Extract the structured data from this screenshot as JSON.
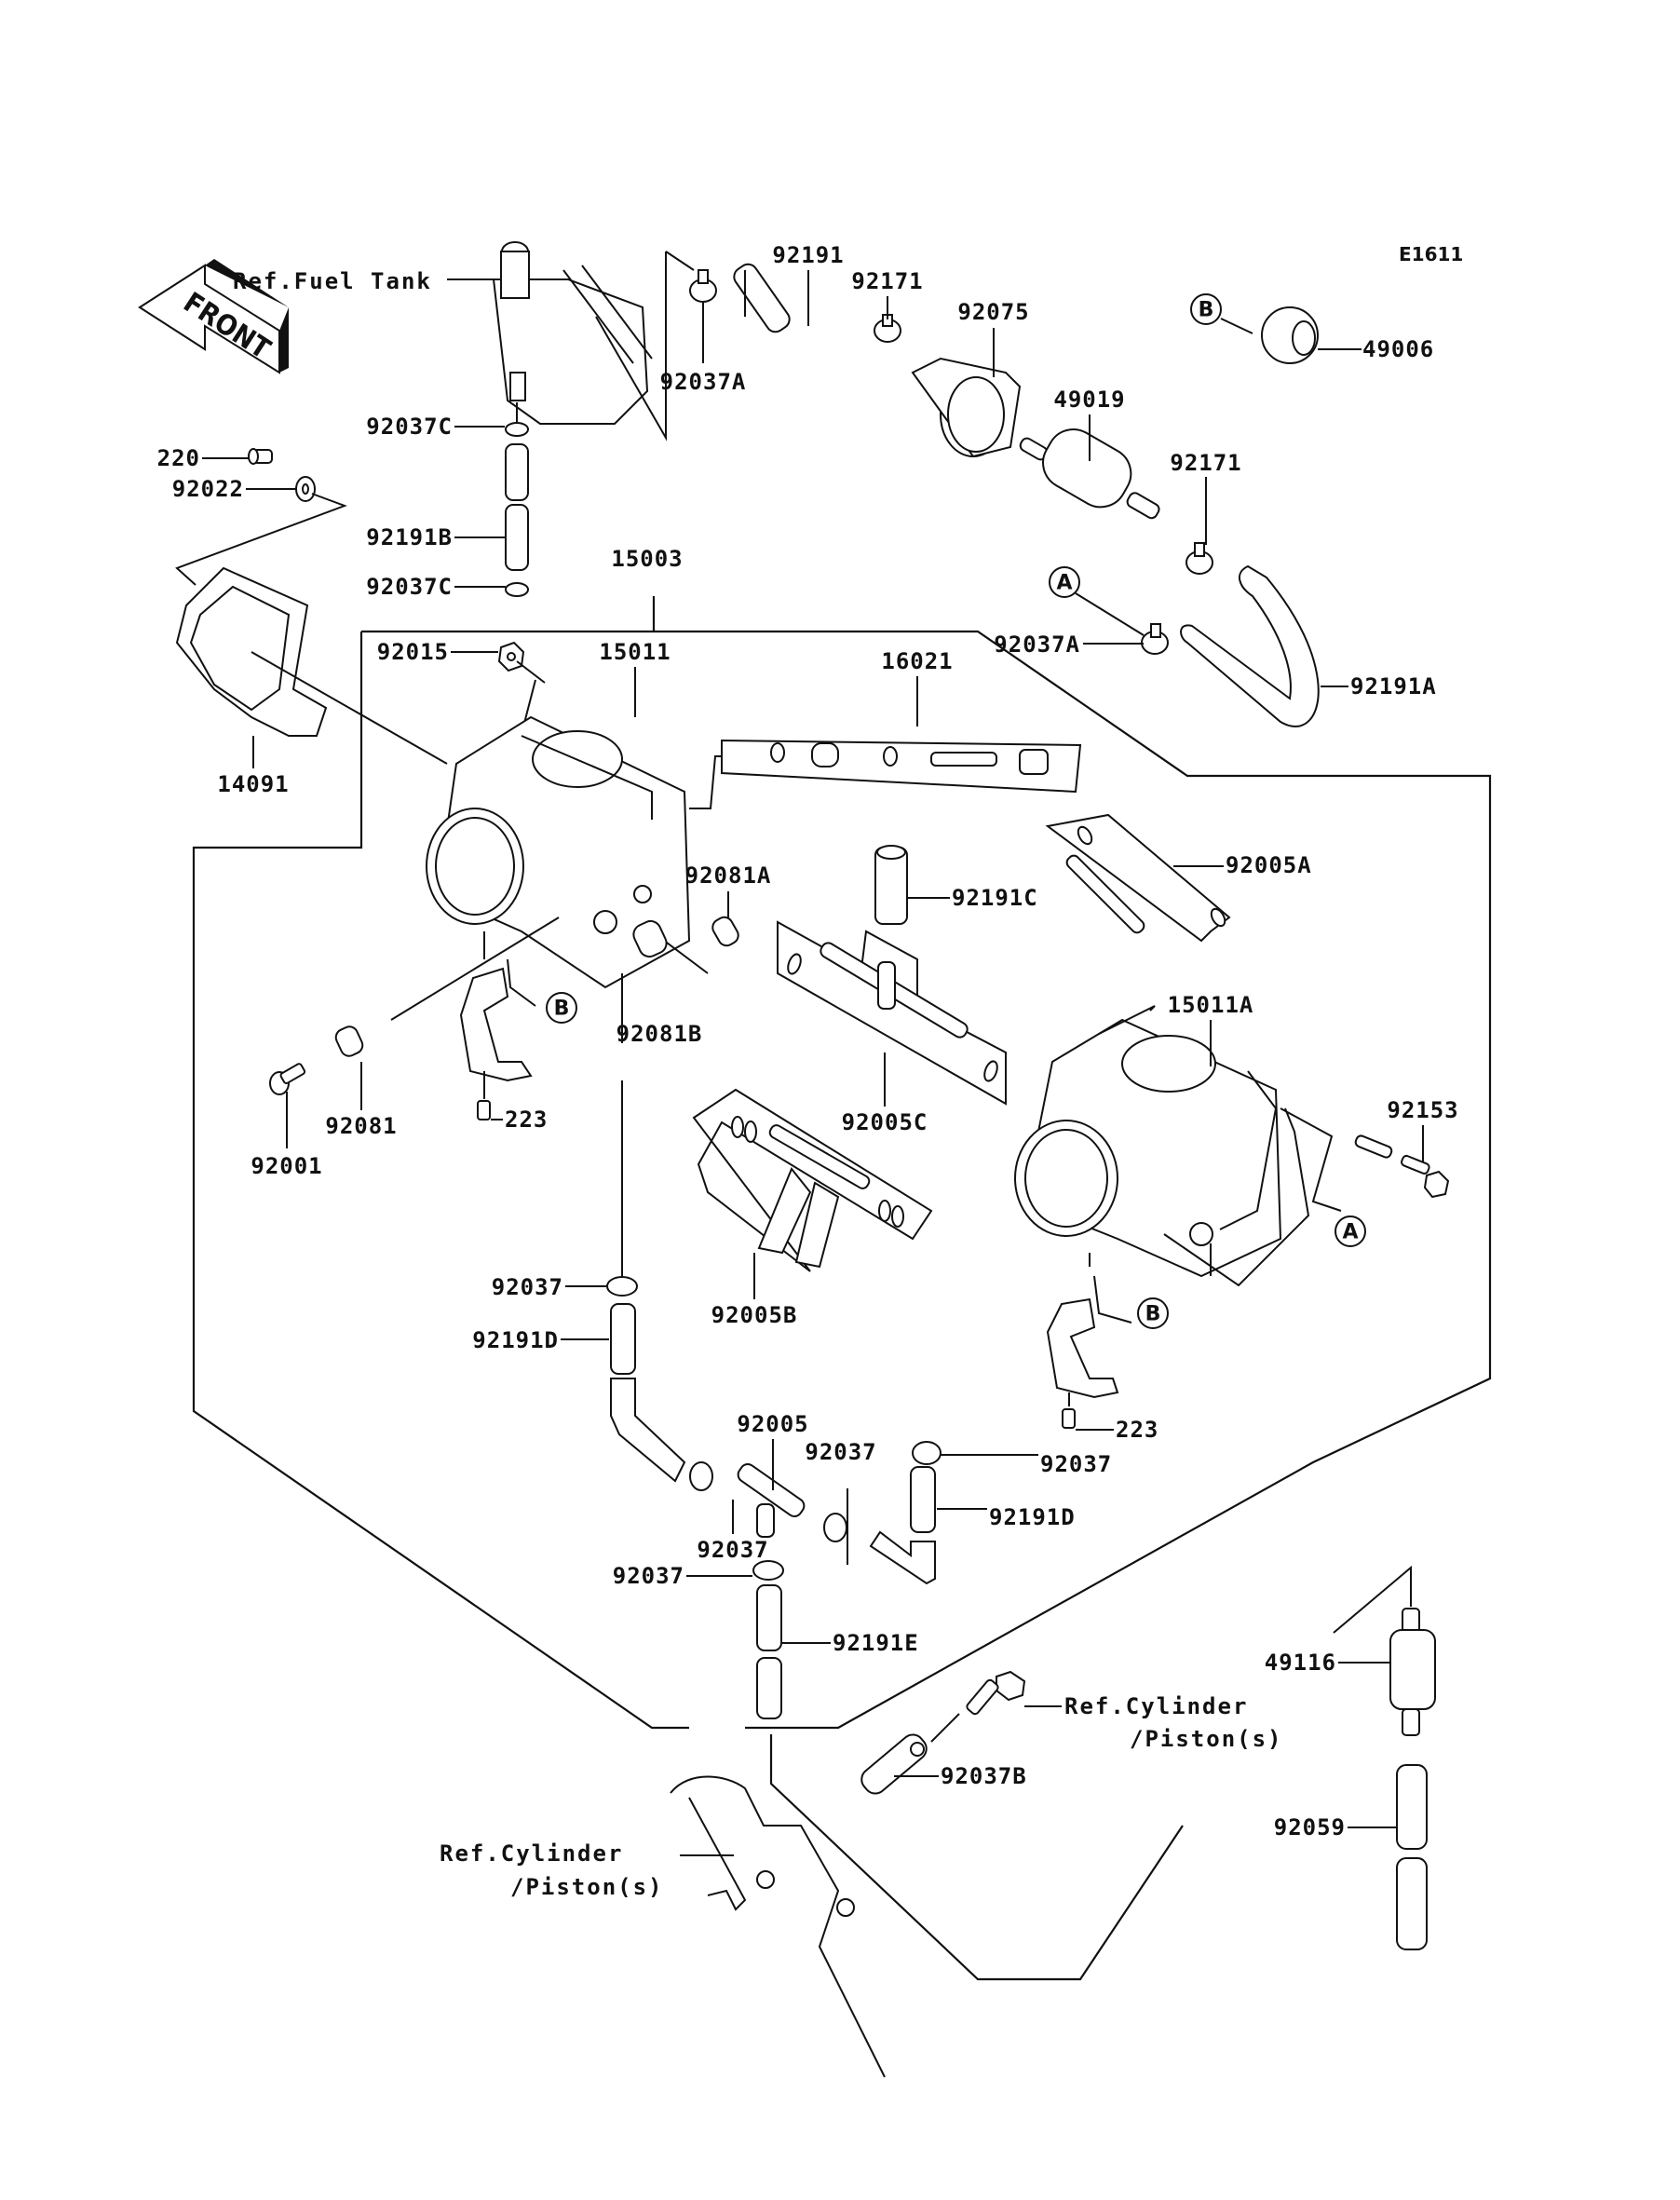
{
  "diagram": {
    "code": "E1611",
    "front_label": "FRONT",
    "references": {
      "fuel_tank": "Ref.Fuel Tank",
      "cylinder_right_l1": "Ref.Cylinder",
      "cylinder_right_l2": "/Piston(s)",
      "cylinder_left_l1": "Ref.Cylinder",
      "cylinder_left_l2": "/Piston(s)"
    },
    "callouts": {
      "a": "A",
      "b": "B"
    },
    "parts": {
      "p92191": "92191",
      "p92171_top": "92171",
      "p92075": "92075",
      "p92037A_top": "92037A",
      "p49019": "49019",
      "p49006": "49006",
      "p92171_mid": "92171",
      "p92037A_mid": "92037A",
      "p92191A": "92191A",
      "p92037C_top": "92037C",
      "p220": "220",
      "p92022": "92022",
      "p92191B": "92191B",
      "p92037C_bot": "92037C",
      "p15003": "15003",
      "p92015": "92015",
      "p15011": "15011",
      "p16021": "16021",
      "p14091": "14091",
      "p92081A": "92081A",
      "p92191C": "92191C",
      "p92005A": "92005A",
      "p92081B": "92081B",
      "p15011A": "15011A",
      "p92081": "92081",
      "p223_left": "223",
      "p92001": "92001",
      "p92005C": "92005C",
      "p92153": "92153",
      "p92037_left": "92037",
      "p92005B": "92005B",
      "p92191D_left": "92191D",
      "p223_right": "223",
      "p92005": "92005",
      "p92037_mid": "92037",
      "p92037_right": "92037",
      "p92191D_right": "92191D",
      "p92037_low": "92037",
      "p92037_bottom": "92037",
      "p92191E": "92191E",
      "p49116": "49116",
      "p92037B": "92037B",
      "p92059": "92059"
    }
  }
}
